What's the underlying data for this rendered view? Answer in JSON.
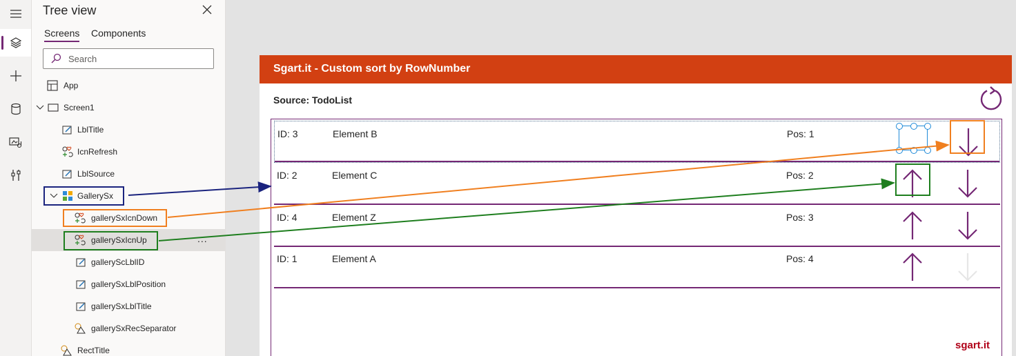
{
  "tree_panel": {
    "title": "Tree view",
    "tabs": [
      "Screens",
      "Components"
    ],
    "search_placeholder": "Search",
    "nodes": {
      "app": "App",
      "screen1": "Screen1",
      "lbltitle": "LblTitle",
      "icnrefresh": "IcnRefresh",
      "lblsource": "LblSource",
      "gallerysx": "GallerySx",
      "icndown": "gallerySxIcnDown",
      "icnup": "gallerySxIcnUp",
      "lblid": "galleryScLblID",
      "lblposition": "gallerySxLblPosition",
      "lbltitle2": "gallerySxLblTitle",
      "recsep": "gallerySxRecSeparator",
      "recttitle": "RectTitle"
    },
    "more": "..."
  },
  "app": {
    "header_title": "Sgart.it - Custom sort by RowNumber",
    "source_label": "Source: TodoList",
    "brand": "sgart.it",
    "rows": [
      {
        "id": "ID: 3",
        "title": "Element B",
        "pos": "Pos: 1"
      },
      {
        "id": "ID: 2",
        "title": "Element C",
        "pos": "Pos: 2"
      },
      {
        "id": "ID: 4",
        "title": "Element Z",
        "pos": "Pos: 3"
      },
      {
        "id": "ID: 1",
        "title": "Element A",
        "pos": "Pos: 4"
      }
    ]
  },
  "colors": {
    "header_bg": "#d24012",
    "accent": "#742774",
    "highlight_orange": "#f07f1f",
    "highlight_green": "#1e7e1e",
    "highlight_navy": "#1a237e",
    "brand": "#b00018"
  },
  "icons": [
    "hamburger-icon",
    "layers-icon",
    "plus-icon",
    "database-icon",
    "media-icon",
    "tools-icon",
    "close-icon",
    "search-icon",
    "app-icon",
    "screen-icon",
    "label-icon",
    "icon-control-icon",
    "gallery-icon",
    "rectangle-icon",
    "refresh-icon",
    "arrow-up-icon",
    "arrow-down-icon",
    "chevron-down-icon"
  ]
}
